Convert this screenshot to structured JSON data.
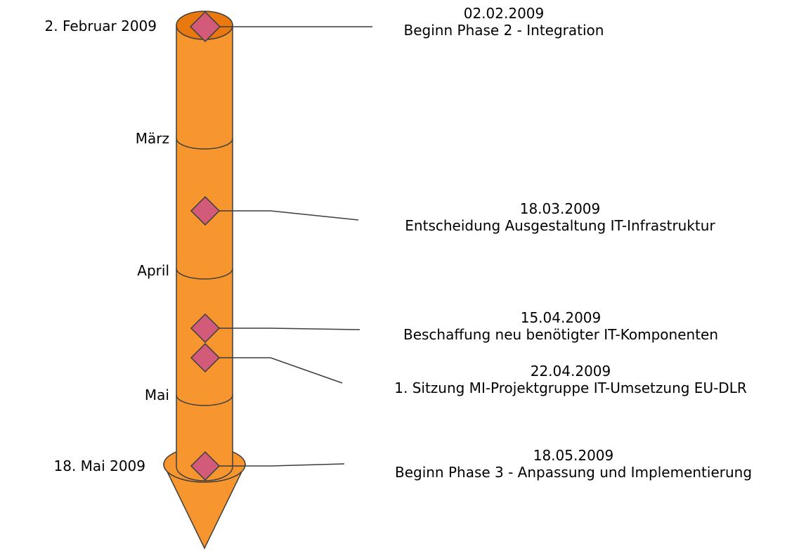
{
  "colors": {
    "shaft": "#F7962E",
    "shaft_top": "#E9780E",
    "diamond": "#D15B78",
    "stroke": "#3D3D3D"
  },
  "timeline": {
    "start_label": "2. Februar 2009",
    "end_label": "18. Mai 2009",
    "months": [
      {
        "label": "März"
      },
      {
        "label": "April"
      },
      {
        "label": "Mai"
      }
    ]
  },
  "milestones": [
    {
      "date": "02.02.2009",
      "title": "Beginn Phase 2 - Integration"
    },
    {
      "date": "18.03.2009",
      "title": "Entscheidung Ausgestaltung IT-Infrastruktur"
    },
    {
      "date": "15.04.2009",
      "title": "Beschaffung neu benötigter IT-Komponenten"
    },
    {
      "date": "22.04.2009",
      "title": "1. Sitzung MI-Projektgruppe IT-Umsetzung EU-DLR"
    },
    {
      "date": "18.05.2009",
      "title": "Beginn Phase 3 - Anpassung und Implementierung"
    }
  ]
}
